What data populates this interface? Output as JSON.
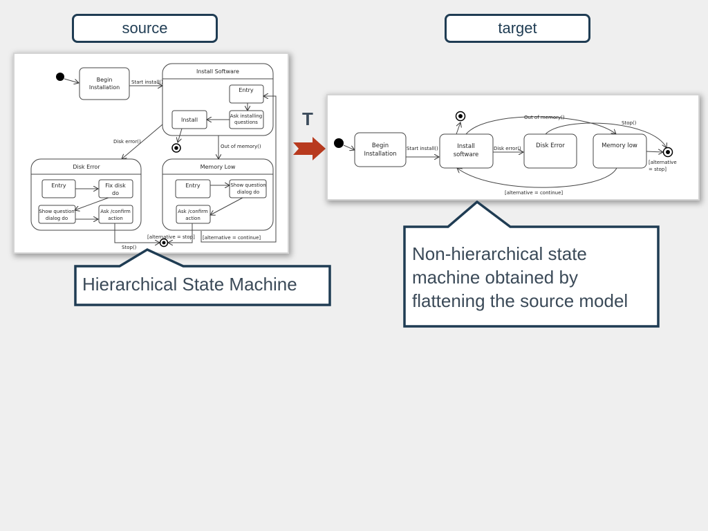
{
  "labels": {
    "source": "source",
    "target": "target",
    "transformation": "T"
  },
  "callouts": {
    "source_description": "Hierarchical State Machine",
    "target_description": "Non-hierarchical state machine obtained by flattening the source model"
  },
  "colors": {
    "box_border": "#1f3c53",
    "arrow": "#b83a1e",
    "background": "#efefef"
  },
  "source_diagram": {
    "states": {
      "begin": [
        "Begin",
        "Installation"
      ],
      "install_software": "Install Software",
      "entry": "Entry",
      "ask_installing": [
        "Ask installing",
        "questions"
      ],
      "install": "Install",
      "disk_error": "Disk Error",
      "disk_entry": "Entry",
      "fix_disk": [
        "Fix disk",
        "do"
      ],
      "disk_show_question": [
        "Show question",
        "dialog do"
      ],
      "disk_ask_confirm": [
        "Ask /confirm",
        "action"
      ],
      "memory_low": "Memory Low",
      "mem_entry": "Entry",
      "mem_show_question": [
        "Show question",
        "dialog do"
      ],
      "mem_ask_confirm": [
        "Ask /confirm",
        "action"
      ]
    },
    "transitions": {
      "start_install": "Start install()",
      "disk_error": "Disk error()",
      "out_of_memory": "Out of memory()",
      "alt_stop": "[alternative = stop]",
      "alt_continue": "[alternative = continue]",
      "stop": "Stop()"
    }
  },
  "target_diagram": {
    "states": {
      "begin": [
        "Begin",
        "Installation"
      ],
      "install_software": [
        "Install",
        "software"
      ],
      "disk_error": "Disk Error",
      "memory_low": "Memory low"
    },
    "transitions": {
      "start_install": "Start install()",
      "disk_error": "Disk error()",
      "out_of_memory": "Out of memory()",
      "stop": "Stop()",
      "alt_stop": [
        "[alternative",
        "= stop]"
      ],
      "alt_continue": "[alternative = continue]"
    }
  }
}
